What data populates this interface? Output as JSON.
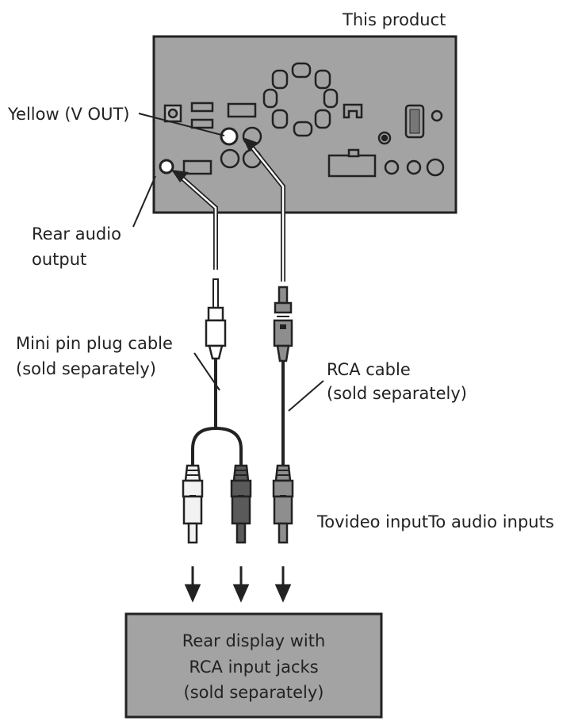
{
  "labels": {
    "product": "This product",
    "video_out": "Yellow (V OUT)",
    "rear_audio": [
      "Rear audio",
      "output"
    ],
    "mini_cable": [
      "Mini pin plug cable",
      "(sold separately)"
    ],
    "rca_cable": [
      "RCA cable",
      "(sold separately)"
    ],
    "inputs": "Tovideo inputTo audio inputs",
    "rear_display": [
      "Rear display with",
      "RCA input jacks",
      "(sold separately)"
    ]
  },
  "colors": {
    "panel": "#a3a3a3",
    "plug_white": "#f2f2f2",
    "plug_dark": "#5a5a5a",
    "plug_gray": "#8e8e8e",
    "display_box": "#a3a3a3"
  }
}
